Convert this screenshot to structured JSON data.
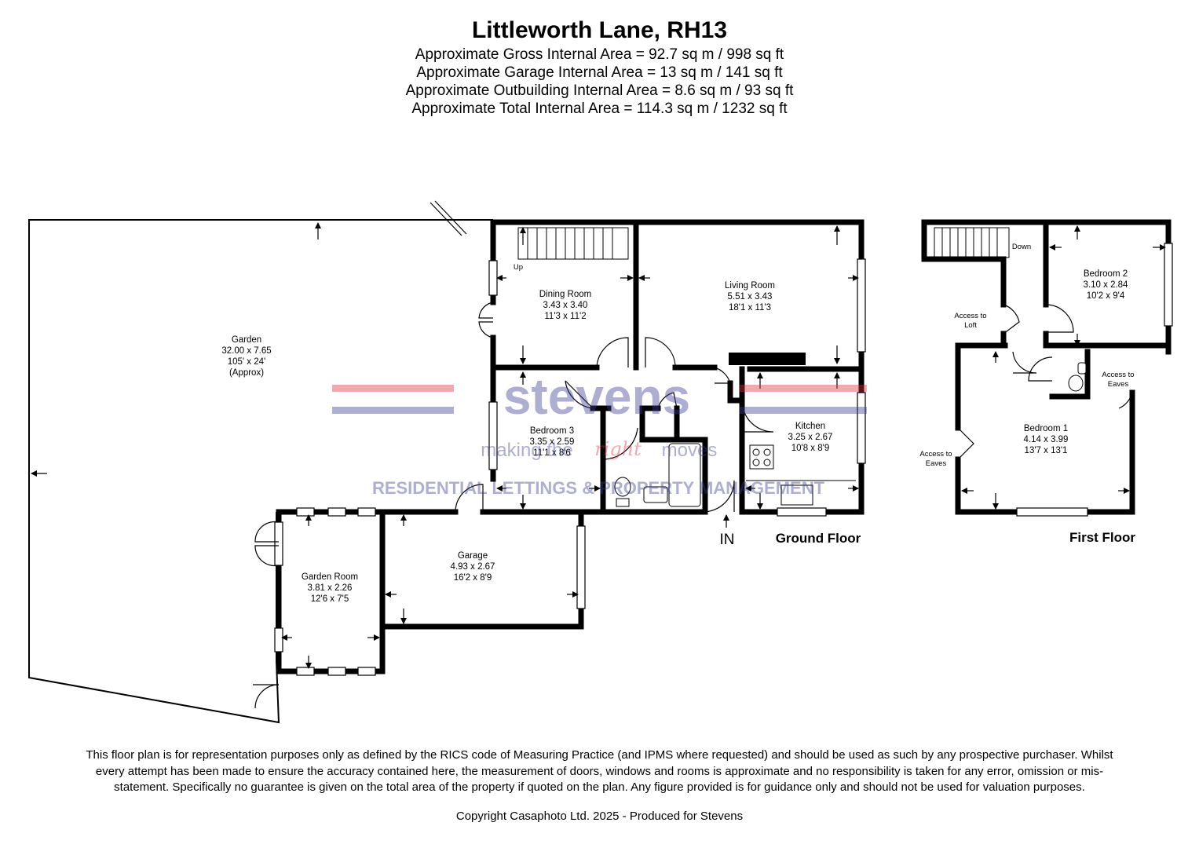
{
  "header": {
    "title": "Littleworth Lane, RH13",
    "areas": [
      "Approximate Gross Internal Area = 92.7 sq m / 998 sq ft",
      "Approximate Garage Internal Area = 13 sq m / 141 sq ft",
      "Approximate Outbuilding Internal Area = 8.6 sq m / 93 sq ft",
      "Approximate Total Internal Area = 114.3 sq m / 1232 sq ft"
    ]
  },
  "rooms": {
    "garden": {
      "name": "Garden",
      "metric": "32.00 x 7.65",
      "imperial": "105' x 24'",
      "note": "(Approx)"
    },
    "dining": {
      "name": "Dining Room",
      "metric": "3.43 x 3.40",
      "imperial": "11'3 x 11'2"
    },
    "living": {
      "name": "Living Room",
      "metric": "5.51 x 3.43",
      "imperial": "18'1 x 11'3"
    },
    "bedroom3": {
      "name": "Bedroom 3",
      "metric": "3.35 x 2.59",
      "imperial": "11'1 x 8'6"
    },
    "kitchen": {
      "name": "Kitchen",
      "metric": "3.25 x 2.67",
      "imperial": "10'8 x 8'9"
    },
    "garage": {
      "name": "Garage",
      "metric": "4.93 x 2.67",
      "imperial": "16'2 x 8'9"
    },
    "garden_room": {
      "name": "Garden Room",
      "metric": "3.81 x 2.26",
      "imperial": "12'6 x 7'5"
    },
    "bedroom2": {
      "name": "Bedroom 2",
      "metric": "3.10 x 2.84",
      "imperial": "10'2 x 9'4"
    },
    "bedroom1": {
      "name": "Bedroom 1",
      "metric": "4.14 x 3.99",
      "imperial": "13'7 x 13'1"
    }
  },
  "markers": {
    "up": "Up",
    "down": "Down",
    "in": "IN",
    "access_loft": [
      "Access to",
      "Loft"
    ],
    "access_eaves_right": [
      "Access to",
      "Eaves"
    ],
    "access_eaves_left": [
      "Access to",
      "Eaves"
    ]
  },
  "floors": {
    "ground": "Ground Floor",
    "first": "First Floor"
  },
  "watermark": {
    "brand": "stevens",
    "tagline_start": "making the",
    "tagline_script": "right",
    "tagline_end": "moves",
    "service": "RESIDENTIAL LETTINGS & PROPERTY MANAGEMENT",
    "brand_color": "#3d3f94",
    "accent_color": "#e0303a"
  },
  "disclaimer": "This floor plan is for representation purposes only as defined by the RICS code of Measuring Practice (and IPMS where requested) and should be used as such by any prospective purchaser. Whilst every attempt has been made to ensure the accuracy contained here, the measurement of doors, windows and rooms is approximate and no responsibility is taken for any error, omission or mis-statement. Specifically no guarantee is given on the total area of the property if quoted on the plan. Any figure provided is for guidance only and should not be used for valuation purposes.",
  "copyright": "Copyright Casaphoto Ltd. 2025 - Produced for Stevens"
}
